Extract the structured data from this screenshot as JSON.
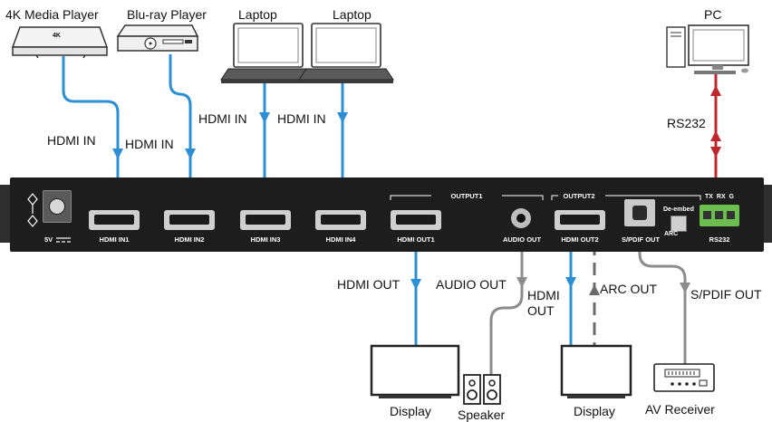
{
  "devices": {
    "media_player": "4K Media Player",
    "bluray": "Blu-ray Player",
    "laptop1": "Laptop",
    "laptop2": "Laptop",
    "pc": "PC",
    "display1": "Display",
    "speaker": "Speaker",
    "display2": "Display",
    "av_receiver": "AV Receiver",
    "media_badge": "4K"
  },
  "connections": {
    "hdmi_in_1": "HDMI IN",
    "hdmi_in_2": "HDMI IN",
    "hdmi_in_3": "HDMI IN",
    "hdmi_in_4": "HDMI IN",
    "rs232": "RS232",
    "hdmi_out_1": "HDMI OUT",
    "audio_out": "AUDIO OUT",
    "hdmi_out_2_line1": "HDMI",
    "hdmi_out_2_line2": "OUT",
    "arc_out": "ARC OUT",
    "spdif_out": "S/PDIF OUT"
  },
  "panel": {
    "power": "5V",
    "hdmi_in1": "HDMI IN1",
    "hdmi_in2": "HDMI IN2",
    "hdmi_in3": "HDMI IN3",
    "hdmi_in4": "HDMI IN4",
    "output1_group": "OUTPUT1",
    "output2_group": "OUTPUT2",
    "hdmi_out1": "HDMI OUT1",
    "audio_out": "AUDIO OUT",
    "hdmi_out2": "HDMI OUT2",
    "spdif_out": "S/PDIF OUT",
    "de_embed": "De-embed",
    "arc": "ARC",
    "rs232_pins": "TX RX G",
    "rs232": "RS232"
  },
  "colors": {
    "hdmi_cable": "#2a8fd4",
    "rs232_cable": "#c0272d",
    "audio_cable": "#8c8c8c",
    "panel": "#1d1d1d"
  }
}
